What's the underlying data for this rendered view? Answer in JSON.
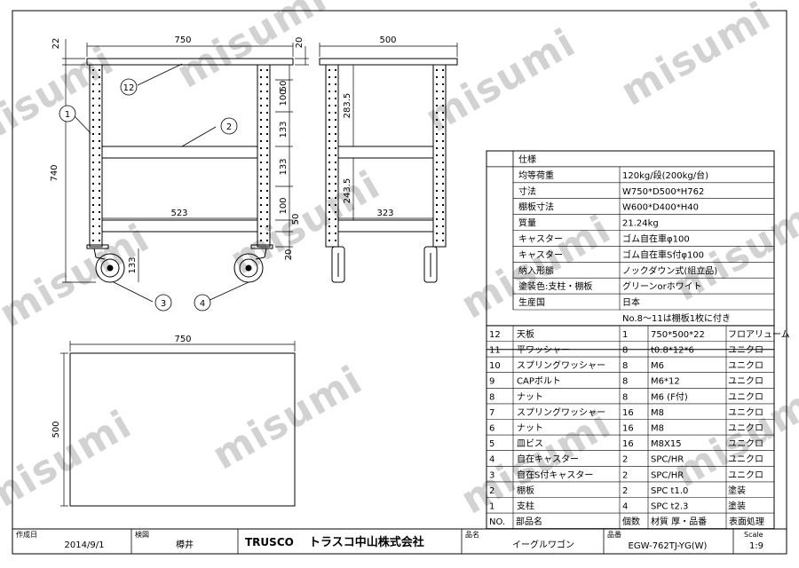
{
  "watermark": "misumi",
  "views": {
    "front": {
      "top_thickness": "22",
      "width": "750",
      "height": "740",
      "top_overhang": "20",
      "shelf_inner": "523",
      "caster_height": "133",
      "right_dims": [
        "50",
        "100",
        "133",
        "133",
        "100",
        "50"
      ],
      "bottom_offset": "20"
    },
    "side": {
      "width": "500",
      "upper_height": "283.5",
      "lower_height": "243.5",
      "shelf_depth": "323"
    },
    "plan": {
      "width": "750",
      "depth": "500"
    },
    "balloons": [
      "12",
      "1",
      "2",
      "3",
      "4"
    ]
  },
  "spec_table": {
    "header": "仕様",
    "rows": [
      {
        "label": "均等荷重",
        "value": "120kg/段(200kg/台)"
      },
      {
        "label": "寸法",
        "value": "W750*D500*H762"
      },
      {
        "label": "棚板寸法",
        "value": "W600*D400*H40"
      },
      {
        "label": "質量",
        "value": "21.24kg"
      },
      {
        "label": "キャスター",
        "value": "ゴム自在車φ100"
      },
      {
        "label": "キャスター",
        "value": "ゴム自在車S付φ100"
      },
      {
        "label": "納入形態",
        "value": "ノックダウン式(組立品)"
      },
      {
        "label": "塗装色:支柱・棚板",
        "value": "グリーンorホワイト"
      },
      {
        "label": "生産国",
        "value": "日本"
      }
    ],
    "note": "No.8～11は棚板1枚に付き"
  },
  "parts_table": {
    "columns": [
      "NO.",
      "部品名",
      "個数",
      "材質 厚・品番",
      "表面処理"
    ],
    "rows": [
      {
        "no": "12",
        "name": "天板",
        "qty": "1",
        "material": "750*500*22",
        "finish": "フロアリューム"
      },
      {
        "no": "11",
        "name": "平ワッシャー",
        "qty": "8",
        "material": "t0.8*12*6",
        "finish": "ユニクロ"
      },
      {
        "no": "10",
        "name": "スプリングワッシャー",
        "qty": "8",
        "material": "M6",
        "finish": "ユニクロ"
      },
      {
        "no": "9",
        "name": "CAPボルト",
        "qty": "8",
        "material": "M6*12",
        "finish": "ユニクロ"
      },
      {
        "no": "8",
        "name": "ナット",
        "qty": "8",
        "material": "M6 (F付)",
        "finish": "ユニクロ"
      },
      {
        "no": "7",
        "name": "スプリングワッシャー",
        "qty": "16",
        "material": "M8",
        "finish": "ユニクロ"
      },
      {
        "no": "6",
        "name": "ナット",
        "qty": "16",
        "material": "M8",
        "finish": "ユニクロ"
      },
      {
        "no": "5",
        "name": "皿ビス",
        "qty": "16",
        "material": "M8X15",
        "finish": "ユニクロ"
      },
      {
        "no": "4",
        "name": "自在キャスター",
        "qty": "2",
        "material": "SPC/HR",
        "finish": "ユニクロ"
      },
      {
        "no": "3",
        "name": "自在S付キャスター",
        "qty": "2",
        "material": "SPC/HR",
        "finish": "ユニクロ"
      },
      {
        "no": "2",
        "name": "棚板",
        "qty": "2",
        "material": "SPC t1.0",
        "finish": "塗装"
      },
      {
        "no": "1",
        "name": "支柱",
        "qty": "4",
        "material": "SPC t2.3",
        "finish": "塗装"
      }
    ]
  },
  "title_block": {
    "created_label": "作成日",
    "created_value": "2014/9/1",
    "checked_label": "検図",
    "checked_value": "樽井",
    "brand": "TRUSCO",
    "company": "トラスコ中山株式会社",
    "product_name_label": "品名",
    "product_name_value": "イーグルワゴン",
    "product_code_label": "品番",
    "product_code_value": "EGW-762TJ-YG(W)",
    "scale_label": "Scale",
    "scale_value": "1:9"
  }
}
